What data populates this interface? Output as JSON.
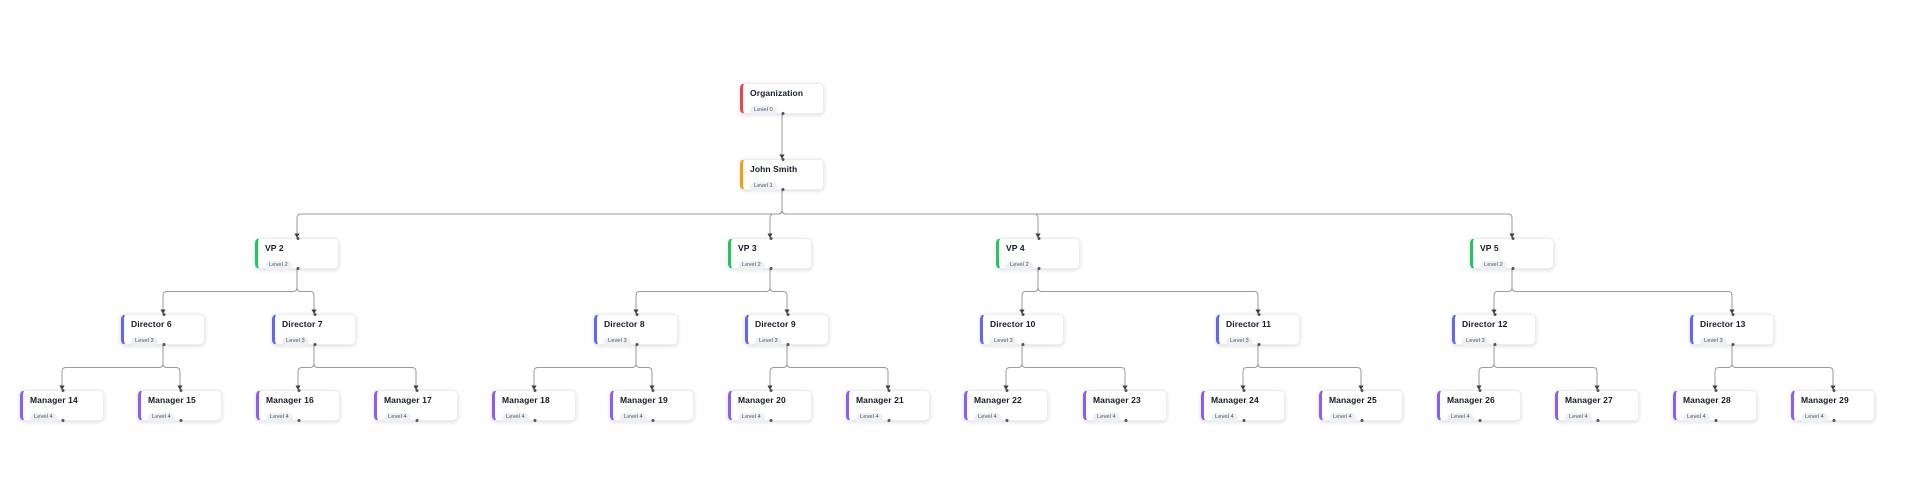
{
  "canvas": {
    "background": "#ffffff"
  },
  "levels": [
    {
      "level": 0,
      "badge": "Level 0",
      "color": "#ef4444"
    },
    {
      "level": 1,
      "badge": "Level 1",
      "color": "#f59e0b"
    },
    {
      "level": 2,
      "badge": "Level 2",
      "color": "#22c55e"
    },
    {
      "level": 3,
      "badge": "Level 3",
      "color": "#6366f1"
    },
    {
      "level": 4,
      "badge": "Level 4",
      "color": "#8b5cf6"
    }
  ],
  "nodes": [
    {
      "id": "organization",
      "label": "Organization",
      "level": 0,
      "parent": null
    },
    {
      "id": "john-smith",
      "label": "John Smith",
      "level": 1,
      "parent": "organization"
    },
    {
      "id": "vp-2",
      "label": "VP 2",
      "level": 2,
      "parent": "john-smith"
    },
    {
      "id": "vp-3",
      "label": "VP 3",
      "level": 2,
      "parent": "john-smith"
    },
    {
      "id": "vp-4",
      "label": "VP 4",
      "level": 2,
      "parent": "john-smith"
    },
    {
      "id": "vp-5",
      "label": "VP 5",
      "level": 2,
      "parent": "john-smith"
    },
    {
      "id": "director-6",
      "label": "Director 6",
      "level": 3,
      "parent": "vp-2"
    },
    {
      "id": "director-7",
      "label": "Director 7",
      "level": 3,
      "parent": "vp-2"
    },
    {
      "id": "director-8",
      "label": "Director 8",
      "level": 3,
      "parent": "vp-3"
    },
    {
      "id": "director-9",
      "label": "Director 9",
      "level": 3,
      "parent": "vp-3"
    },
    {
      "id": "director-10",
      "label": "Director 10",
      "level": 3,
      "parent": "vp-4"
    },
    {
      "id": "director-11",
      "label": "Director 11",
      "level": 3,
      "parent": "vp-4"
    },
    {
      "id": "director-12",
      "label": "Director 12",
      "level": 3,
      "parent": "vp-5"
    },
    {
      "id": "director-13",
      "label": "Director 13",
      "level": 3,
      "parent": "vp-5"
    },
    {
      "id": "manager-14",
      "label": "Manager 14",
      "level": 4,
      "parent": "director-6"
    },
    {
      "id": "manager-15",
      "label": "Manager 15",
      "level": 4,
      "parent": "director-6"
    },
    {
      "id": "manager-16",
      "label": "Manager 16",
      "level": 4,
      "parent": "director-7"
    },
    {
      "id": "manager-17",
      "label": "Manager 17",
      "level": 4,
      "parent": "director-7"
    },
    {
      "id": "manager-18",
      "label": "Manager 18",
      "level": 4,
      "parent": "director-8"
    },
    {
      "id": "manager-19",
      "label": "Manager 19",
      "level": 4,
      "parent": "director-8"
    },
    {
      "id": "manager-20",
      "label": "Manager 20",
      "level": 4,
      "parent": "director-9"
    },
    {
      "id": "manager-21",
      "label": "Manager 21",
      "level": 4,
      "parent": "director-9"
    },
    {
      "id": "manager-22",
      "label": "Manager 22",
      "level": 4,
      "parent": "director-10"
    },
    {
      "id": "manager-23",
      "label": "Manager 23",
      "level": 4,
      "parent": "director-10"
    },
    {
      "id": "manager-24",
      "label": "Manager 24",
      "level": 4,
      "parent": "director-11"
    },
    {
      "id": "manager-25",
      "label": "Manager 25",
      "level": 4,
      "parent": "director-11"
    },
    {
      "id": "manager-26",
      "label": "Manager 26",
      "level": 4,
      "parent": "director-12"
    },
    {
      "id": "manager-27",
      "label": "Manager 27",
      "level": 4,
      "parent": "director-12"
    },
    {
      "id": "manager-28",
      "label": "Manager 28",
      "level": 4,
      "parent": "director-13"
    },
    {
      "id": "manager-29",
      "label": "Manager 29",
      "level": 4,
      "parent": "director-13"
    }
  ]
}
